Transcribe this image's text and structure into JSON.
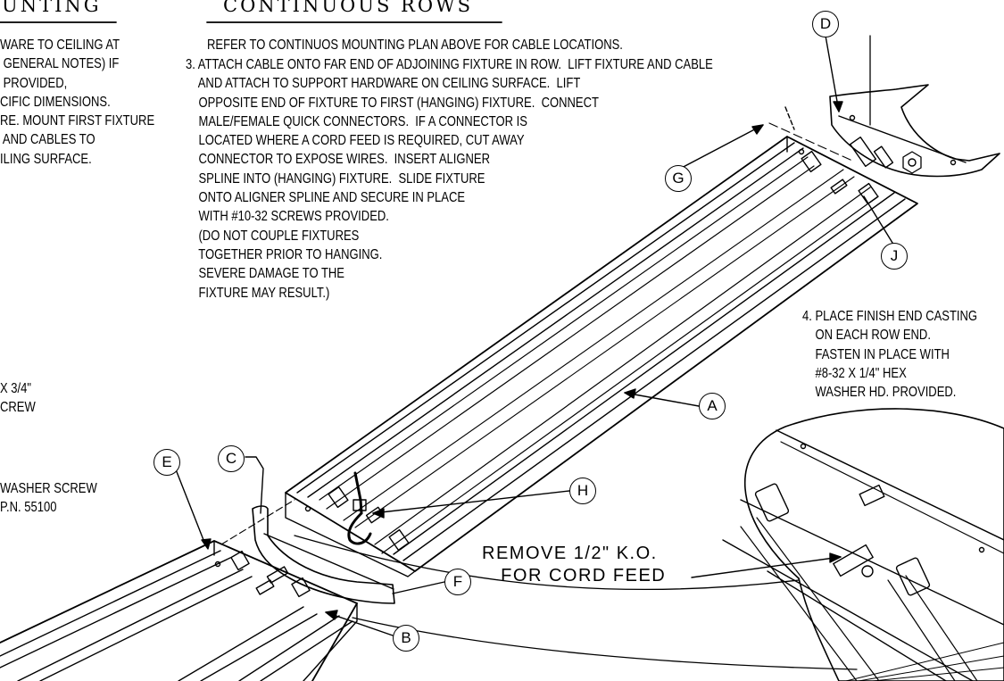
{
  "headings": {
    "left": "UNTING",
    "right": "CONTINUOUS ROWS"
  },
  "notes": {
    "left_top": "WARE TO CEILING AT\n GENERAL NOTES) IF\n PROVIDED,\nCIFIC DIMENSIONS.\nRE. MOUNT FIRST FIXTURE\n AND CABLES TO\nILING SURFACE.",
    "left_screw1": "X 3/4\"\nCREW",
    "left_screw2": "WASHER SCREW\nP.N. 55100",
    "refer": "REFER TO CONTINUOS MOUNTING PLAN ABOVE FOR CABLE LOCATIONS.",
    "step3": "3. ATTACH CABLE ONTO FAR END OF ADJOINING FIXTURE IN ROW.  LIFT FIXTURE AND CABLE\n    AND ATTACH TO SUPPORT HARDWARE ON CEILING SURFACE.  LIFT\n    OPPOSITE END OF FIXTURE TO FIRST (HANGING) FIXTURE.  CONNECT\n    MALE/FEMALE QUICK CONNECTORS.  IF A CONNECTOR IS\n    LOCATED WHERE A CORD FEED IS REQUIRED, CUT AWAY\n    CONNECTOR TO EXPOSE WIRES.  INSERT ALIGNER\n    SPLINE INTO (HANGING) FIXTURE.  SLIDE FIXTURE\n    ONTO ALIGNER SPLINE AND SECURE IN PLACE\n    WITH #10-32 SCREWS PROVIDED.\n    (DO NOT COUPLE FIXTURES\n    TOGETHER PRIOR TO HANGING.\n    SEVERE DAMAGE TO THE\n    FIXTURE MAY RESULT.)",
    "step4": "4. PLACE FINISH END CASTING\n    ON EACH ROW END.\n    FASTEN IN PLACE WITH\n    #8-32 X 1/4\" HEX\n    WASHER HD. PROVIDED."
  },
  "callout_text": "REMOVE 1/2\" K.O.\n   FOR CORD FEED",
  "bubbles": {
    "A": "A",
    "B": "B",
    "C": "C",
    "D": "D",
    "E": "E",
    "F": "F",
    "G": "G",
    "H": "H",
    "J": "J"
  }
}
